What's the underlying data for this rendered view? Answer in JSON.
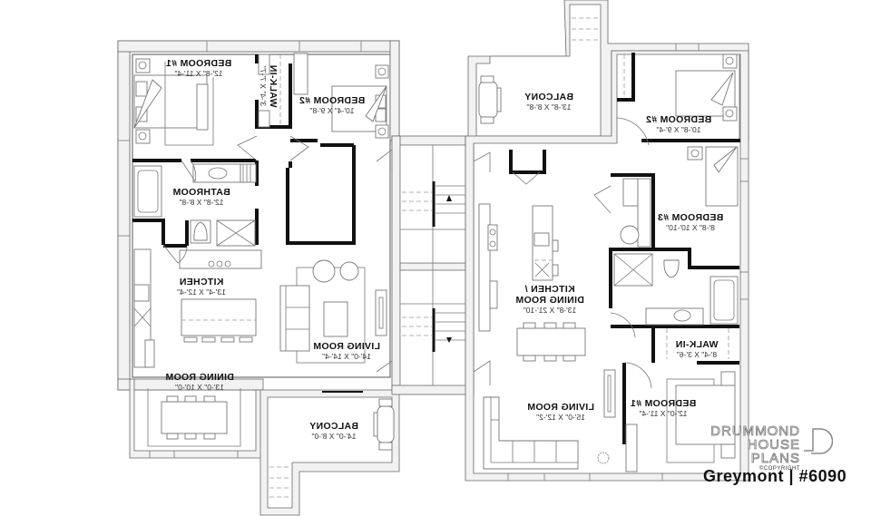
{
  "plan": {
    "name": "Greymont",
    "number": "#6090",
    "title_line": "Greymont | #6090",
    "brand_line1": "DRUMMOND",
    "brand_line2": "HOUSE PLANS",
    "copyright": "©COPYRIGHT",
    "mirrored": true
  },
  "left_unit": {
    "rooms": [
      {
        "id": "bedroom-1",
        "name": "BEDROOM #1",
        "dims": "12'-8\" X 11'-4\""
      },
      {
        "id": "walk-in",
        "name": "WALK-IN",
        "dims": "3'-4\" X 7'-7\""
      },
      {
        "id": "bedroom-2",
        "name": "BEDROOM #2",
        "dims": "10'-4\" X 9'-8\""
      },
      {
        "id": "bathroom",
        "name": "BATHROOM",
        "dims": "12'-8\" X 8'-8\""
      },
      {
        "id": "kitchen",
        "name": "KITCHEN",
        "dims": "13'-4\" X 12'-4\""
      },
      {
        "id": "living-room",
        "name": "LIVING ROOM",
        "dims": "14'-0\" X 14'-4\""
      },
      {
        "id": "dining-room",
        "name": "DINING ROOM",
        "dims": "13'-0\" X 10'-0\""
      },
      {
        "id": "balcony",
        "name": "BALCONY",
        "dims": "14'-0\" X 8'-0\""
      }
    ]
  },
  "right_unit": {
    "rooms": [
      {
        "id": "balcony",
        "name": "BALCONY",
        "dims": "13'-8\" X 8'-8\""
      },
      {
        "id": "bedroom-2",
        "name": "BEDROOM #2",
        "dims": "10'-8\" X 9'-4\""
      },
      {
        "id": "bedroom-3",
        "name": "BEDROOM #3",
        "dims": "8'-8\" X 10'-10\""
      },
      {
        "id": "kitchen-dining",
        "name": "KITCHEN /",
        "name2": "DINING ROOM",
        "dims": "13'-8\" X 21'-10\""
      },
      {
        "id": "walk-in",
        "name": "WALK-IN",
        "dims": "8'-4\" X 3'-6\""
      },
      {
        "id": "living-room",
        "name": "LIVING ROOM",
        "dims": "15'-0\" X 12'-2\""
      },
      {
        "id": "bedroom-1",
        "name": "BEDROOM #1",
        "dims": "12'-0\" X 11'-4\""
      }
    ]
  },
  "colors": {
    "wall": "#111111",
    "outline": "#555555",
    "furniture": "#777777",
    "background": "#ffffff"
  }
}
